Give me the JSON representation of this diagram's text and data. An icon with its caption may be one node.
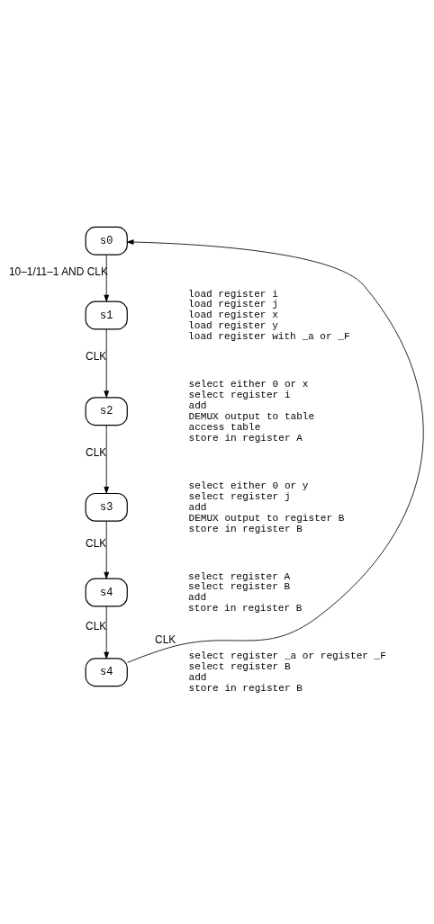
{
  "diagram": {
    "nodes": [
      {
        "text": [
          "s0"
        ]
      },
      {
        "text": [
          "s1"
        ],
        "beside": [
          "load register i",
          "load register j",
          "load register x",
          "load register y",
          "load register with _a or _F"
        ]
      },
      {
        "text": [
          "s2"
        ],
        "beside": [
          "select either 0 or x",
          "select register i",
          "add",
          "DEMUX output to table",
          "access table",
          "store in register A"
        ]
      },
      {
        "text": [
          "s3"
        ],
        "beside": [
          "select either 0 or y",
          "select register j",
          "add",
          "DEMUX output to register B",
          "store in register B"
        ]
      },
      {
        "text": [
          "s4"
        ],
        "beside": [
          "select register A",
          "select register B",
          "add",
          "store in register B"
        ]
      },
      {
        "text": [
          "s4"
        ],
        "beside": [
          "select register _a or register _F",
          "select register B",
          "add",
          "store in register B"
        ]
      }
    ],
    "edges": [
      {
        "from": 0,
        "to": 1,
        "arrow": "to",
        "label": "10–1/11–1 AND CLK"
      },
      {
        "from": 1,
        "to": 2,
        "arrow": "to",
        "label": "CLK"
      },
      {
        "from": 2,
        "to": 3,
        "arrow": "to",
        "label": "CLK"
      },
      {
        "from": 3,
        "to": 4,
        "arrow": "to",
        "label": "CLK"
      },
      {
        "from": 4,
        "to": 5,
        "arrow": "to",
        "label": "CLK"
      },
      {
        "from": 5,
        "to": 0,
        "arrow": "to",
        "label": "CLK"
      }
    ]
  }
}
